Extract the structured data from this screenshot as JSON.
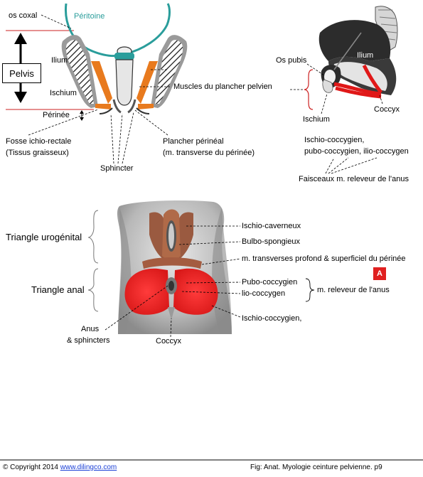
{
  "section1": {
    "os_coxal": "os coxal",
    "peritoine": "Péritoine",
    "ilium": "Ilium",
    "pelvis": "Pelvis",
    "ischium": "Ischium",
    "perinee": "Périnée",
    "muscles_plancher": "Muscles du plancher pelvien",
    "fosse_1": "Fosse ichio-rectale",
    "fosse_2": "(Tissus graisseux)",
    "plancher_1": "Plancher périnéal",
    "plancher_2": "(m. transverse du périnée)",
    "sphincter": "Sphincter"
  },
  "section2": {
    "os_pubis": "Os pubis",
    "ilium": "Ilium",
    "ischium": "Ischium",
    "coccyx": "Coccyx",
    "ischio_coccygien": "Ischio-coccygien,",
    "pubo_ilio": "pubo-coccygien, ilio-coccygen",
    "faisceaux": "Faisceaux m. releveur de l'anus"
  },
  "section3": {
    "triangle_urogenital": "Triangle urogénital",
    "triangle_anal": "Triangle anal",
    "ischio_caverneux": "Ischio-caverneux",
    "bulbo_spongieux": "Bulbo-spongieux",
    "transverses": "m. transverses profond & superficiel du périnée",
    "pubo_coccygien": "Pubo-coccygien",
    "ilio_coccygen": "lio-coccygen",
    "releveur": "m. releveur de l'anus",
    "ischio_coccygien": "Ischio-coccygien,",
    "anus_1": "Anus",
    "anus_2": "& sphincters",
    "coccyx": "Coccyx",
    "badge": "A"
  },
  "footer": {
    "copyright": "© Copyright 2014",
    "link": "www.dilingco.com",
    "fig": "Fig:  Anat. Myologie ceinture pelvienne. p9"
  },
  "colors": {
    "teal": "#2a9d9b",
    "orange": "#e87a1e",
    "red": "#e02020",
    "bone_gray": "#8a8a8a"
  }
}
